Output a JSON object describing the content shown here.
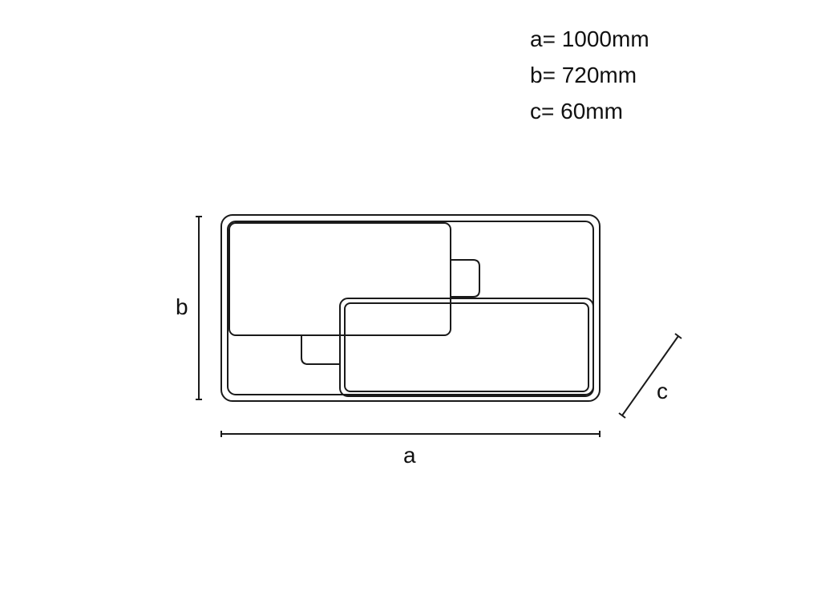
{
  "specs": [
    {
      "label": "a",
      "text": "a= 1000mm"
    },
    {
      "label": "b",
      "text": "b= 720mm"
    },
    {
      "label": "c",
      "text": "c= 60mm"
    }
  ],
  "dimension_labels": {
    "width": "a",
    "height": "b",
    "depth": "c"
  },
  "colors": {
    "line": "#1a1a1a",
    "background": "#ffffff"
  }
}
